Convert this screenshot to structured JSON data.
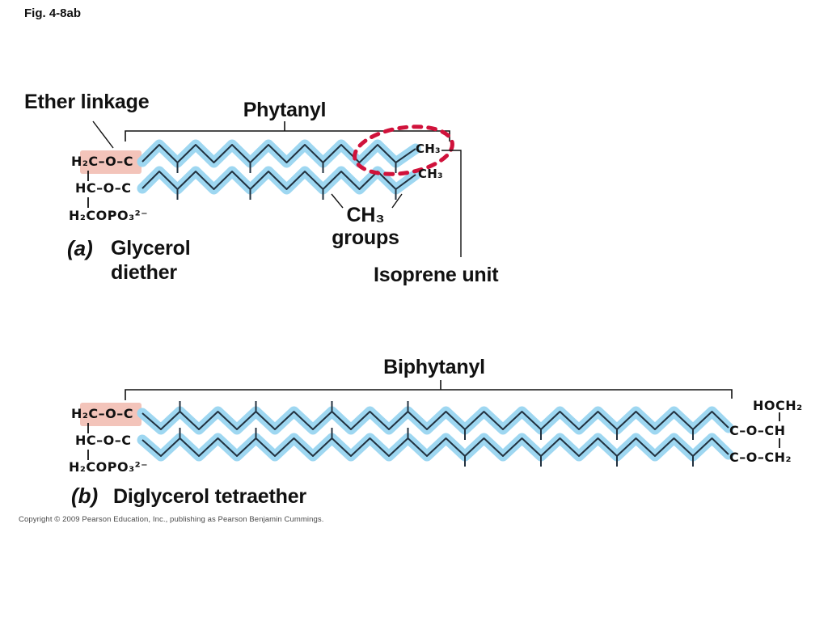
{
  "fig_label": "Fig. 4-8ab",
  "panel_a": {
    "ether_linkage_label": "Ether linkage",
    "phytanyl_label": "Phytanyl",
    "glycerol": {
      "line1": "H₂C–O–C",
      "line2": "HC–O–C",
      "line3": "H₂COPO₃²⁻"
    },
    "ch3_end_top": "CH₃",
    "ch3_end_bottom": "CH₃",
    "ch3_groups_line1": "CH₃",
    "ch3_groups_line2": "groups",
    "isoprene_label": "Isoprene unit",
    "caption_prefix": "(a)",
    "caption_line1": "Glycerol",
    "caption_line2": "diether"
  },
  "panel_b": {
    "biphytanyl_label": "Biphytanyl",
    "glycerol_left": {
      "line1": "H₂C–O–C",
      "line2": "HC–O–C",
      "line3": "H₂COPO₃²⁻"
    },
    "glycerol_right": {
      "line1": "HOCH₂",
      "line2": "C–O–CH",
      "line3": "C–O–CH₂"
    },
    "caption_prefix": "(b)",
    "caption": "Diglycerol tetraether"
  },
  "footer": {
    "copyright": "Copyright © 2009 Pearson Education, Inc., publishing as Pearson Benjamin Cummings."
  },
  "colors": {
    "chain_highlight": "#9ed7f1",
    "chain_line": "#21313f",
    "ether_highlight": "#f3c4ba",
    "isoprene_circle": "#d0123b"
  }
}
